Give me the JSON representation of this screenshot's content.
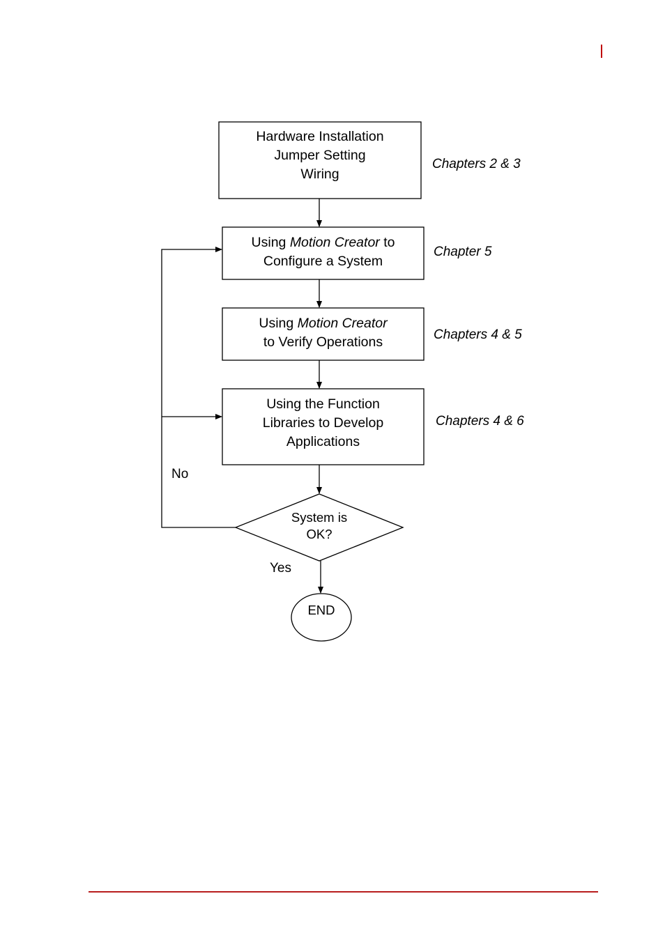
{
  "steps": [
    {
      "lines": [
        "Hardware Installation",
        "Jumper Setting",
        "Wiring"
      ],
      "reference": "Chapters 2 & 3"
    },
    {
      "line1_pre": "Using ",
      "line1_em": "Motion Creator",
      "line1_post": " to",
      "line2": "Configure a System",
      "reference": "Chapter 5"
    },
    {
      "line1_pre": "Using ",
      "line1_em": "Motion Creator",
      "line2": "to Verify Operations",
      "reference": "Chapters 4 & 5"
    },
    {
      "lines": [
        "Using the Function",
        "Libraries to Develop",
        "Applications"
      ],
      "reference": "Chapters 4 & 6"
    }
  ],
  "decision": {
    "lines": [
      "System is",
      "OK?"
    ],
    "no_label": "No",
    "yes_label": "Yes"
  },
  "end": {
    "label": "END"
  }
}
